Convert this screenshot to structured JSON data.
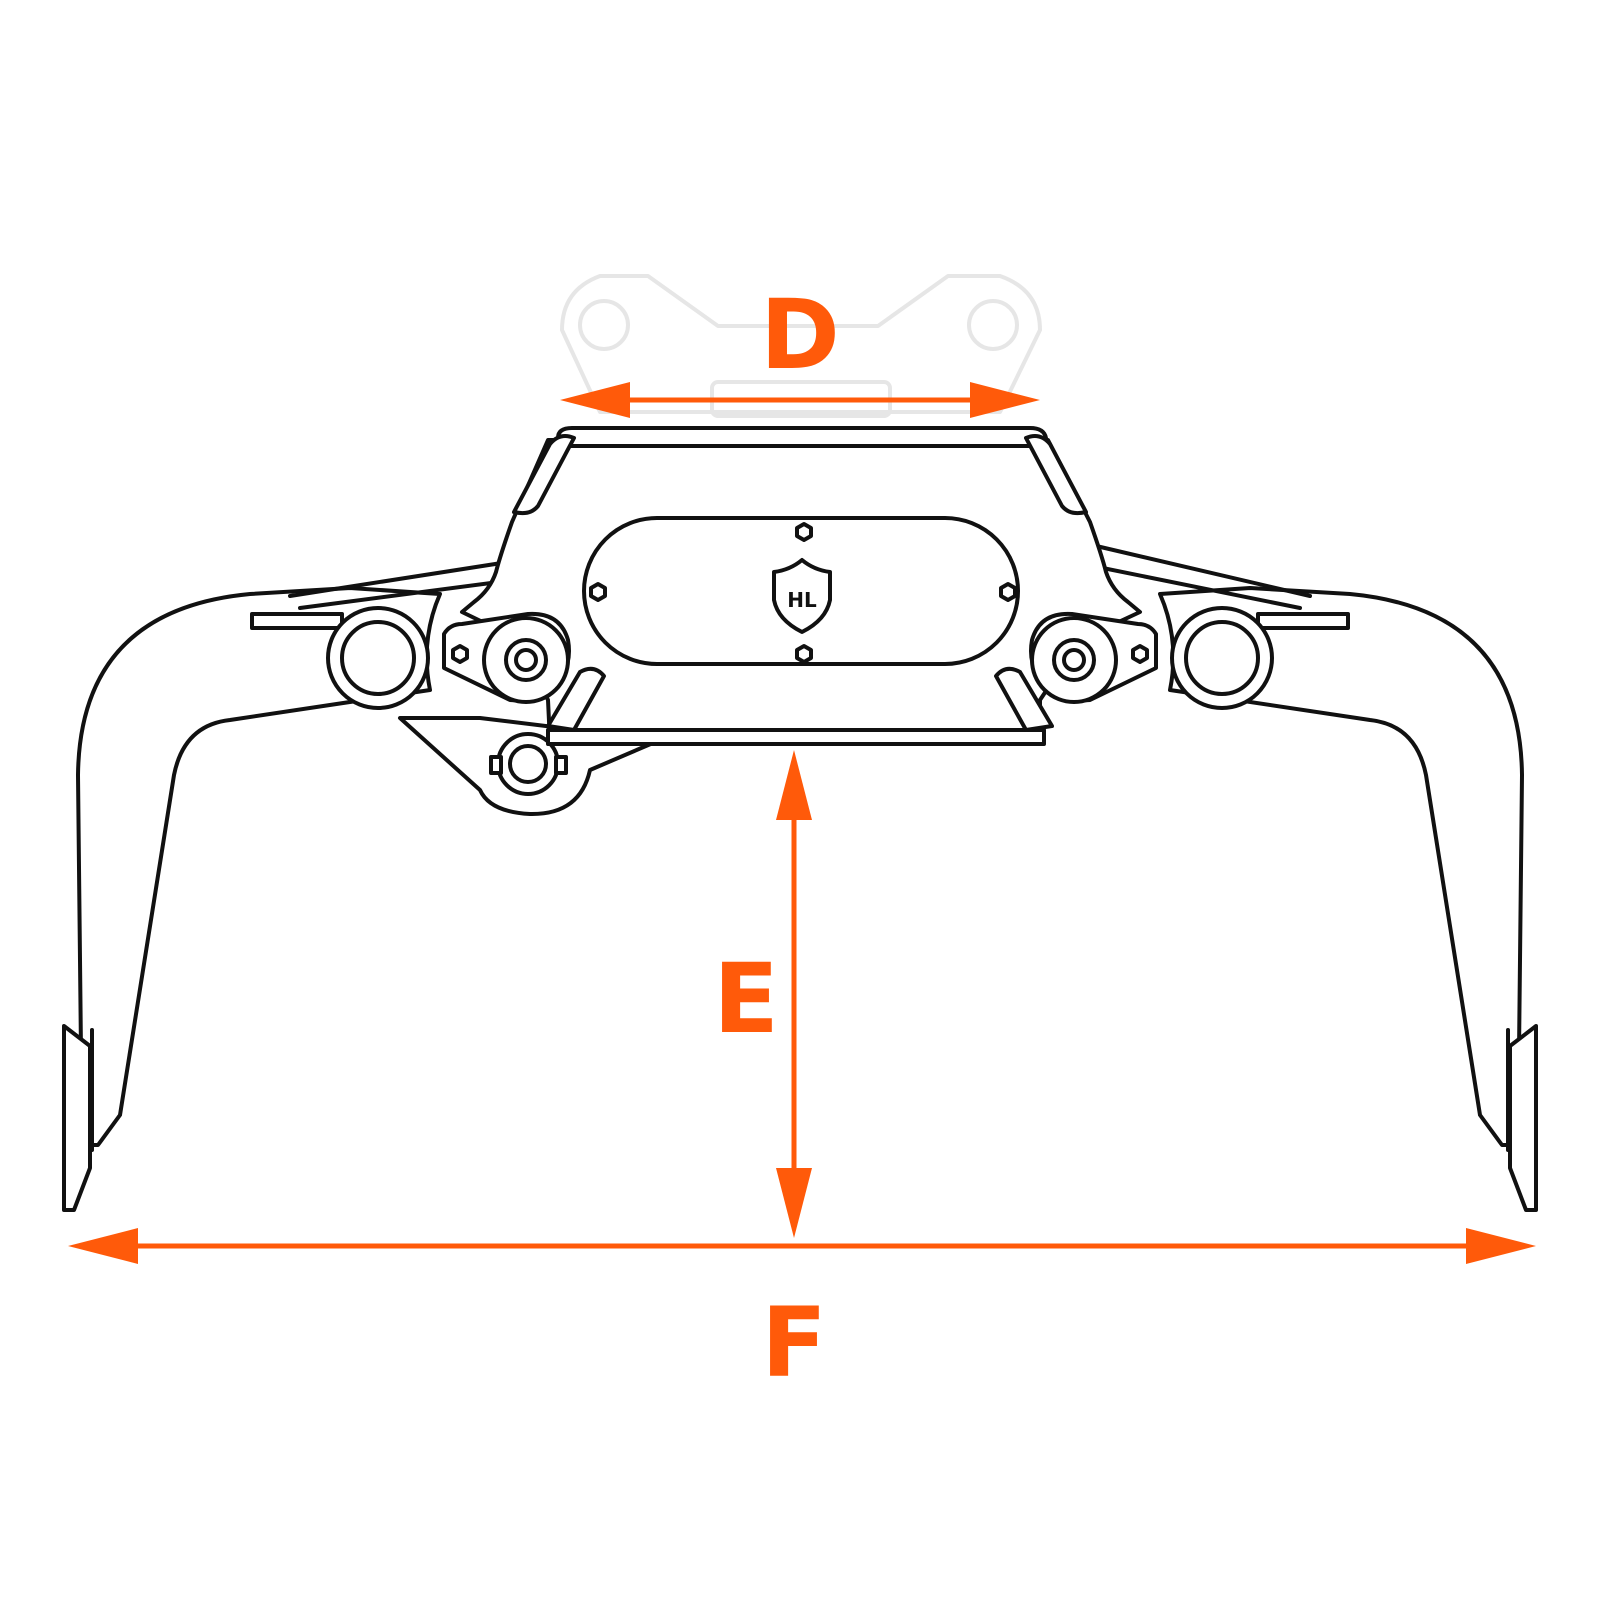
{
  "diagram": {
    "accent_color": "#ff5a0a",
    "line_color": "#111111",
    "logo": {
      "text": "HL",
      "icon": "shield-icon"
    },
    "dimensions": {
      "d": {
        "label": "D"
      },
      "e": {
        "label": "E"
      },
      "f": {
        "label": "F"
      }
    }
  }
}
